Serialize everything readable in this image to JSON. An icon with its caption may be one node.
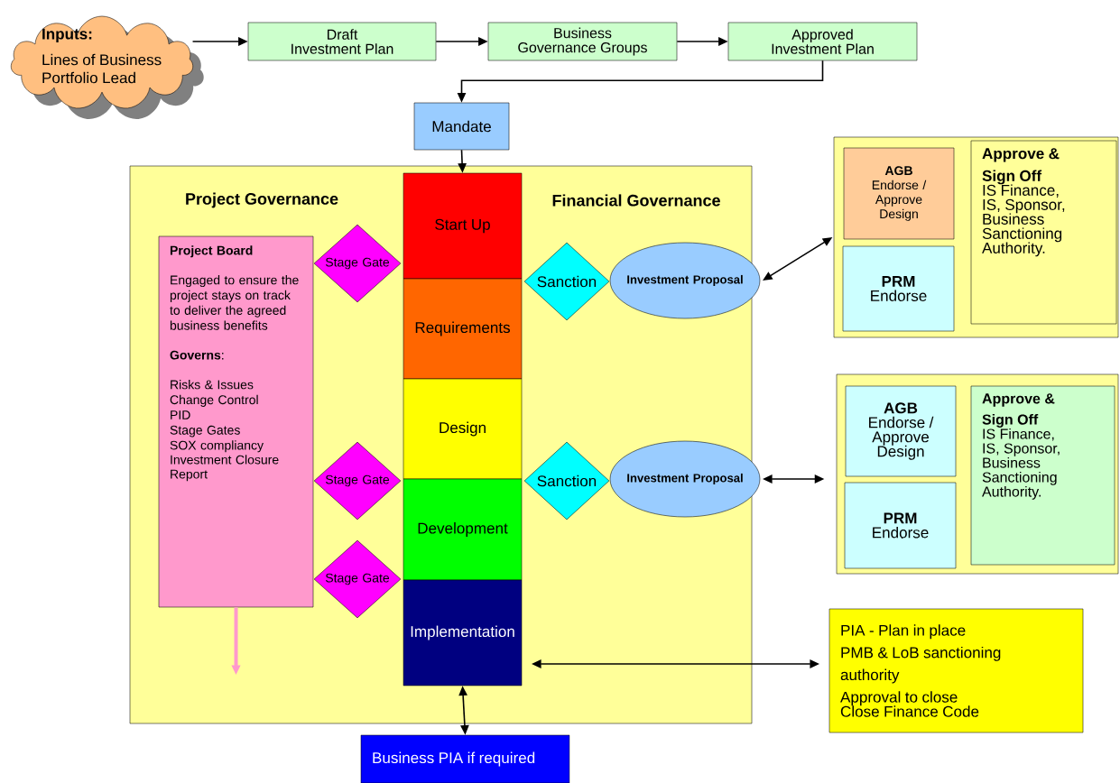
{
  "diagram": {
    "nodes": [
      {
        "text": [
          "Inputs:",
          "Lines of Business",
          "Portfolio Lead"
        ]
      },
      {
        "text": [
          "Draft Investment Plan"
        ]
      },
      {
        "text": [
          "Business Governance Groups"
        ]
      },
      {
        "text": [
          "Approved Investment Plan"
        ]
      },
      {
        "text": [
          "Mandate"
        ]
      },
      {
        "text": [
          "Project Governance",
          "Financial Governance"
        ]
      },
      {
        "text": [
          "Project Board",
          "Engaged to ensure the project stays on track to deliver the agreed business benefits",
          "**Governs**:",
          "Risks & Issues",
          "Change Control",
          "PID",
          "Stage Gates",
          "SOX compliancy",
          "Investment Closure Report"
        ],
        "in": 5
      },
      {
        "text": [
          "Stage Gate"
        ],
        "in": 5
      },
      {
        "text": [
          "Start Up"
        ],
        "in": 5
      },
      {
        "text": [
          "Requirements"
        ],
        "in": 5
      },
      {
        "text": [
          "Design"
        ],
        "in": 5
      },
      {
        "text": [
          "Development"
        ],
        "in": 5
      },
      {
        "text": [
          "Implementation"
        ],
        "in": 5
      },
      {
        "text": [
          "Stage Gate"
        ],
        "in": 5
      },
      {
        "text": [
          "Stage Gate"
        ],
        "in": 5
      },
      {
        "text": [
          "Sanction"
        ],
        "in": 5
      },
      {
        "text": [
          "Investment Proposal"
        ],
        "in": 5
      },
      {
        "text": [
          "Sanction"
        ],
        "in": 5
      },
      {
        "text": [
          "Investment Proposal"
        ],
        "in": 5
      },
      {
        "text": [],
        "shape": "box"
      },
      {
        "text": [
          "AGB",
          "Endorse / Approve Design"
        ],
        "in": 19
      },
      {
        "text": [
          "PRM",
          "Endorse"
        ],
        "in": 19
      },
      {
        "text": [
          "Approve & Sign Off",
          "IS Finance, IS, Sponsor, Business Sanctioning Authority."
        ],
        "in": 19
      },
      {
        "text": [],
        "shape": "box"
      },
      {
        "text": [
          "AGB",
          "Endorse / Approve Design"
        ],
        "in": 23
      },
      {
        "text": [
          "PRM",
          "Endorse"
        ],
        "in": 23
      },
      {
        "text": [
          "Approve & Sign Off",
          "IS Finance, IS, Sponsor, Business Sanctioning Authority."
        ],
        "in": 23
      },
      {
        "text": [
          "PIA - Plan in place",
          "PMB & LoB sanctioning authority",
          "Approval to close",
          "Close Finance Code"
        ]
      },
      {
        "text": [
          "Business PIA if required"
        ]
      }
    ],
    "edges": [
      {
        "from": 0,
        "to": 1,
        "arrow": "to"
      },
      {
        "from": 1,
        "to": 2,
        "arrow": "to"
      },
      {
        "from": 2,
        "to": 3,
        "arrow": "to"
      },
      {
        "from": 3,
        "to": 4,
        "arrow": "to"
      },
      {
        "from": 4,
        "to": 8,
        "arrow": "to"
      },
      {
        "from": 16,
        "to": 19,
        "arrow": "both"
      },
      {
        "from": 18,
        "to": 23,
        "arrow": "both"
      },
      {
        "from": 12,
        "to": 27,
        "arrow": "both"
      },
      {
        "from": 12,
        "to": 28,
        "arrow": "both"
      },
      {
        "from": 6,
        "to": null,
        "arrow": "to",
        "style": "thick",
        "color": "#ff99cc"
      }
    ]
  }
}
